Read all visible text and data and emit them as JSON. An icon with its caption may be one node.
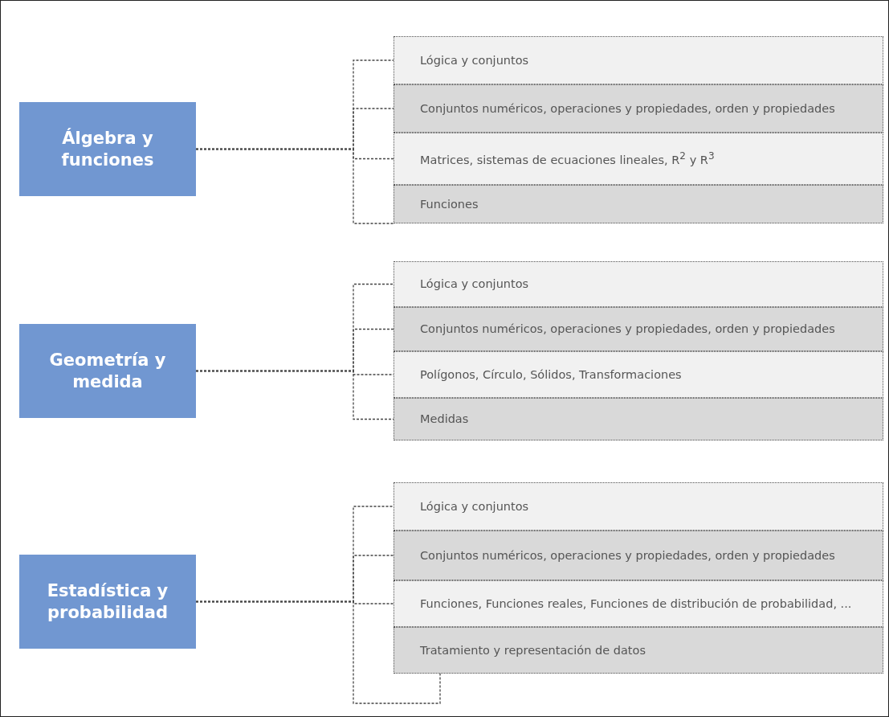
{
  "diagram": {
    "nodes": [
      {
        "text": [
          "Álgebra y funciones"
        ]
      },
      {
        "text": [
          "Lógica y conjuntos"
        ]
      },
      {
        "text": [
          "Conjuntos numéricos, operaciones y propiedades, orden y propiedades"
        ]
      },
      {
        "text": [
          "Matrices, sistemas de ecuaciones lineales, R$^{2}$ y R$^{3}$"
        ]
      },
      {
        "text": [
          "Funciones"
        ]
      },
      {
        "text": [
          "Geometría y medida"
        ]
      },
      {
        "text": [
          "Lógica y conjuntos"
        ]
      },
      {
        "text": [
          "Conjuntos numéricos, operaciones y propiedades, orden y propiedades"
        ]
      },
      {
        "text": [
          "Polígonos, Círculo, Sólidos, Transformaciones"
        ]
      },
      {
        "text": [
          "Medidas"
        ]
      },
      {
        "text": [
          "Estadística y probabilidad"
        ]
      },
      {
        "text": [
          "Lógica y conjuntos"
        ]
      },
      {
        "text": [
          "Conjuntos numéricos, operaciones y propiedades, orden y propiedades"
        ]
      },
      {
        "text": [
          "Funciones, Funciones reales, Funciones de distribución de probabilidad, ..."
        ]
      },
      {
        "text": [
          "Tratamiento y representación de datos"
        ]
      }
    ],
    "edges": [
      {
        "from": 0,
        "to": 1,
        "arrow": "none",
        "style": "dashed"
      },
      {
        "from": 0,
        "to": 2,
        "arrow": "none",
        "style": "dashed"
      },
      {
        "from": 0,
        "to": 3,
        "arrow": "none",
        "style": "dashed"
      },
      {
        "from": 0,
        "to": 4,
        "arrow": "none",
        "style": "dashed"
      },
      {
        "from": 5,
        "to": 6,
        "arrow": "none",
        "style": "dashed"
      },
      {
        "from": 5,
        "to": 7,
        "arrow": "none",
        "style": "dashed"
      },
      {
        "from": 5,
        "to": 8,
        "arrow": "none",
        "style": "dashed"
      },
      {
        "from": 5,
        "to": 9,
        "arrow": "none",
        "style": "dashed"
      },
      {
        "from": 10,
        "to": 11,
        "arrow": "none",
        "style": "dashed"
      },
      {
        "from": 10,
        "to": 12,
        "arrow": "none",
        "style": "dashed"
      },
      {
        "from": 10,
        "to": 13,
        "arrow": "none",
        "style": "dashed"
      },
      {
        "from": 10,
        "to": 14,
        "arrow": "none",
        "style": "dashed"
      }
    ]
  }
}
